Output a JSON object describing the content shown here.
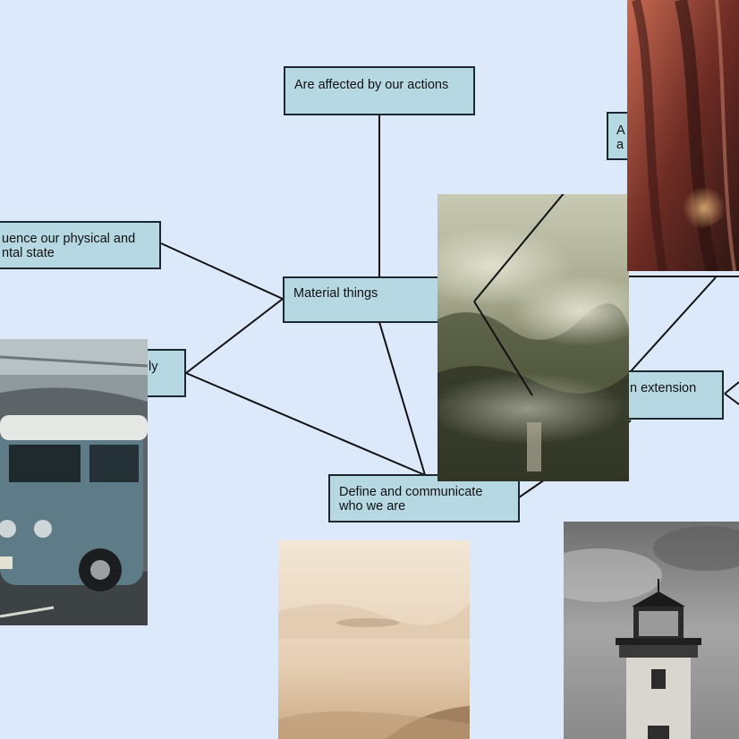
{
  "nodes": {
    "top": "Are affected by our actions",
    "left_upper_line1": "uence our physical and",
    "left_upper_line2": "ntal state",
    "center": "Material things",
    "left_lower_fragment": "ly",
    "bottom_line1": "Define and communicate",
    "bottom_line2": "who we are",
    "right_mid": "n extension",
    "top_right_line1": "A",
    "top_right_line2": "a"
  },
  "photos": [
    {
      "name": "hair-closeup-photo",
      "subject": "person with long brown hair"
    },
    {
      "name": "misty-forest-photo",
      "subject": "misty forest landscape"
    },
    {
      "name": "vw-van-photo",
      "subject": "vintage blue camper van"
    },
    {
      "name": "hazy-hills-photo",
      "subject": "hazy sepia hills"
    },
    {
      "name": "lighthouse-photo",
      "subject": "black and white lighthouse"
    }
  ],
  "colors": {
    "background": "#dce9fb",
    "node_fill": "#b5d8e3",
    "node_border": "#1d2730",
    "edge": "#111111"
  }
}
